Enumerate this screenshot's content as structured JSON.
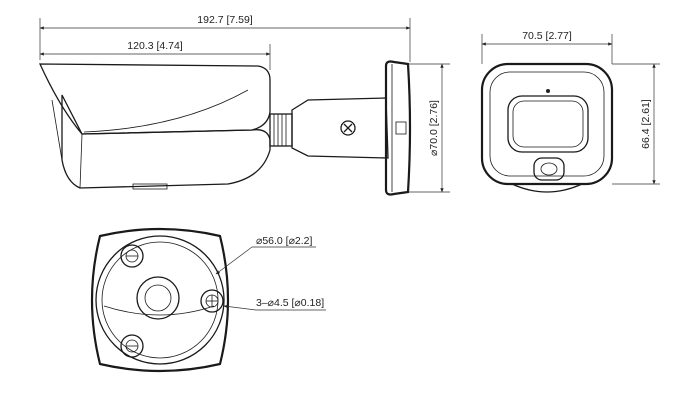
{
  "dimensions": {
    "overall_length": "192.7 [7.59]",
    "housing_length": "120.3 [4.74]",
    "mount_diameter": "⌀70.0 [2.76]",
    "front_width": "70.5 [2.77]",
    "front_height": "66.4 [2.61]",
    "base_diameter": "⌀56.0 [⌀2.2]",
    "screw_holes": "3–⌀4.5 [⌀0.18]"
  }
}
